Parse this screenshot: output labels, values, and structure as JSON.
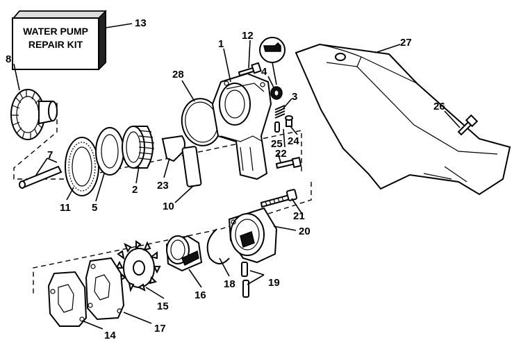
{
  "kit_box": {
    "line1": "WATER PUMP",
    "line2": "REPAIR KIT"
  },
  "callouts": {
    "c1": "1",
    "c2": "2",
    "c3": "3",
    "c4": "4",
    "c5": "5",
    "c7": "7",
    "c8": "8",
    "c10": "10",
    "c11": "11",
    "c12": "12",
    "c13": "13",
    "c14": "14",
    "c15": "15",
    "c16": "16",
    "c17": "17",
    "c18": "18",
    "c19": "19",
    "c20": "20",
    "c21": "21",
    "c22": "22",
    "c23": "23",
    "c24": "24",
    "c25": "25",
    "c26": "26",
    "c27": "27",
    "c28": "28"
  }
}
